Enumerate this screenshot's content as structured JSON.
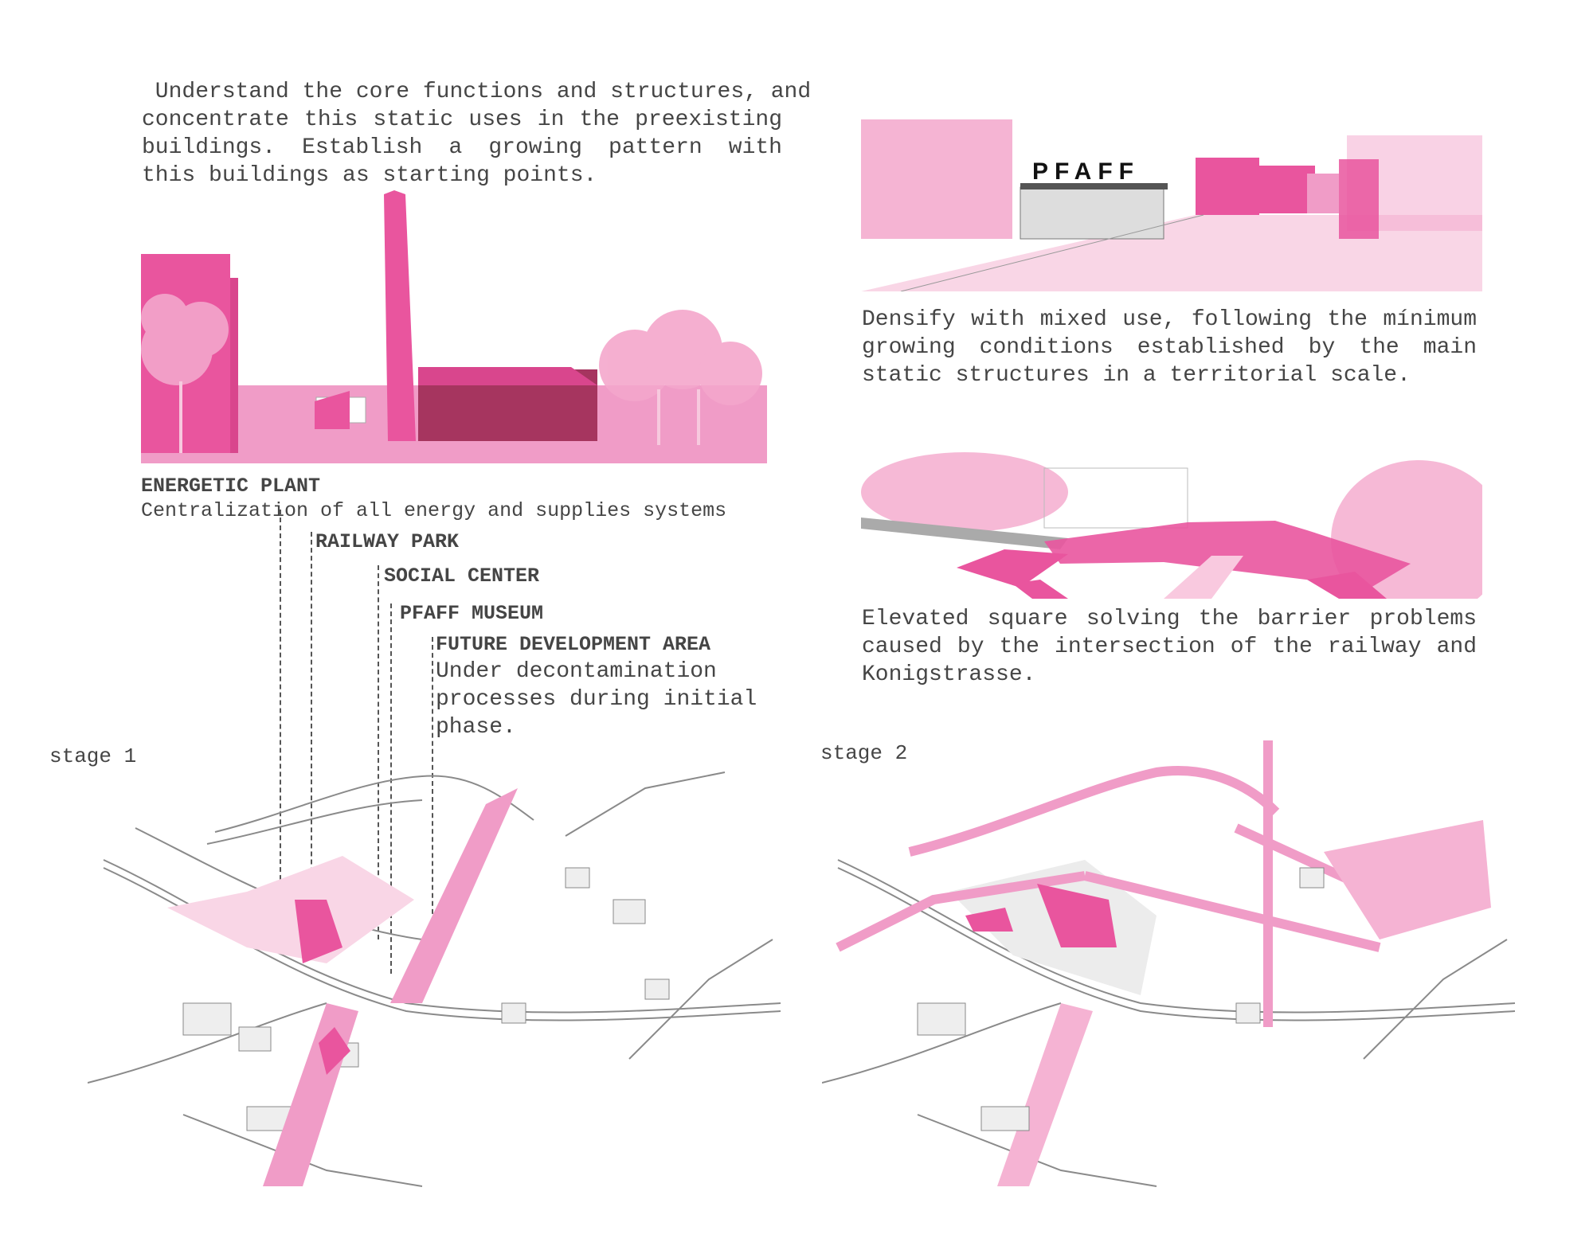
{
  "intro": {
    "lines": [
      " Understand the core functions and structures, and",
      "concentrate this static uses in the preexisting",
      "buildings. Establish a growing pattern with",
      "this buildings as starting points."
    ]
  },
  "densify": {
    "lines": [
      "Densify with mixed use, following the mínimum",
      "growing conditions established by the main",
      "static structures in a territorial scale."
    ]
  },
  "elevated": {
    "lines": [
      "Elevated square solving the barrier problems",
      "caused by the intersection of the railway and",
      "Konigstrasse."
    ]
  },
  "street_sign": "PFAFF",
  "labels": {
    "energetic_plant": {
      "title": "ENERGETIC PLANT",
      "desc": "Centralization of all energy and supplies systems"
    },
    "railway_park": {
      "title": "RAILWAY PARK"
    },
    "social_center": {
      "title": "SOCIAL CENTER"
    },
    "pfaff_museum": {
      "title": "PFAFF MUSEUM"
    },
    "future_development": {
      "title": "FUTURE DEVELOPMENT AREA",
      "desc_lines": [
        "Under decontamination",
        "processes during initial",
        "phase."
      ]
    }
  },
  "stages": {
    "stage1": "stage 1",
    "stage2": "stage 2"
  },
  "colors": {
    "accent": "#e9559e",
    "light_accent": "#f5b3d3",
    "text": "#454545",
    "linework": "#8a8a8a"
  }
}
